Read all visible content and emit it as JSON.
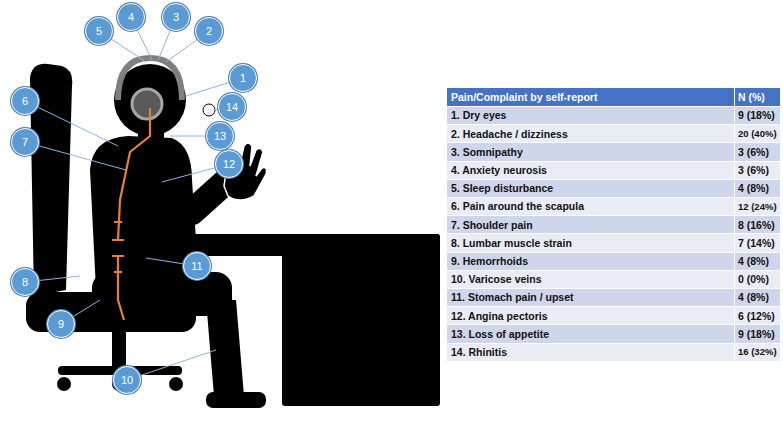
{
  "diagram": {
    "nodes": [
      {
        "text": [
          "1"
        ]
      },
      {
        "text": [
          "2"
        ]
      },
      {
        "text": [
          "3"
        ]
      },
      {
        "text": [
          "4"
        ]
      },
      {
        "text": [
          "5"
        ]
      },
      {
        "text": [
          "6"
        ]
      },
      {
        "text": [
          "7"
        ]
      },
      {
        "text": [
          "8"
        ]
      },
      {
        "text": [
          "9"
        ]
      },
      {
        "text": [
          "10"
        ]
      },
      {
        "text": [
          "11"
        ]
      },
      {
        "text": [
          "12"
        ]
      },
      {
        "text": [
          "13"
        ]
      },
      {
        "text": [
          "14"
        ]
      }
    ],
    "labels": [
      "Pain/Complaint by self-report",
      "N (%)",
      "1. Dry eyes",
      "9 (18%)",
      "2. Headache / dizziness",
      "20 (40%)",
      "3. Somnipathy",
      "3 (6%)",
      "4. Anxiety neurosis",
      "3 (6%)",
      "5. Sleep disturbance",
      "4 (8%)",
      "6. Pain around the scapula",
      "12 (24%)",
      "7. Shoulder pain",
      "8 (16%)",
      "8. Lumbar muscle strain",
      "7 (14%)",
      "9. Hemorrhoids",
      "4 (8%)",
      "10. Varicose veins",
      "0 (0%)",
      "11. Stomach pain / upset",
      "4 (8%)",
      "12. Angina pectoris",
      "6 (12%)",
      "13. Loss of appetite",
      "9 (18%)",
      "14. Rhinitis",
      "16 (32%)"
    ]
  }
}
